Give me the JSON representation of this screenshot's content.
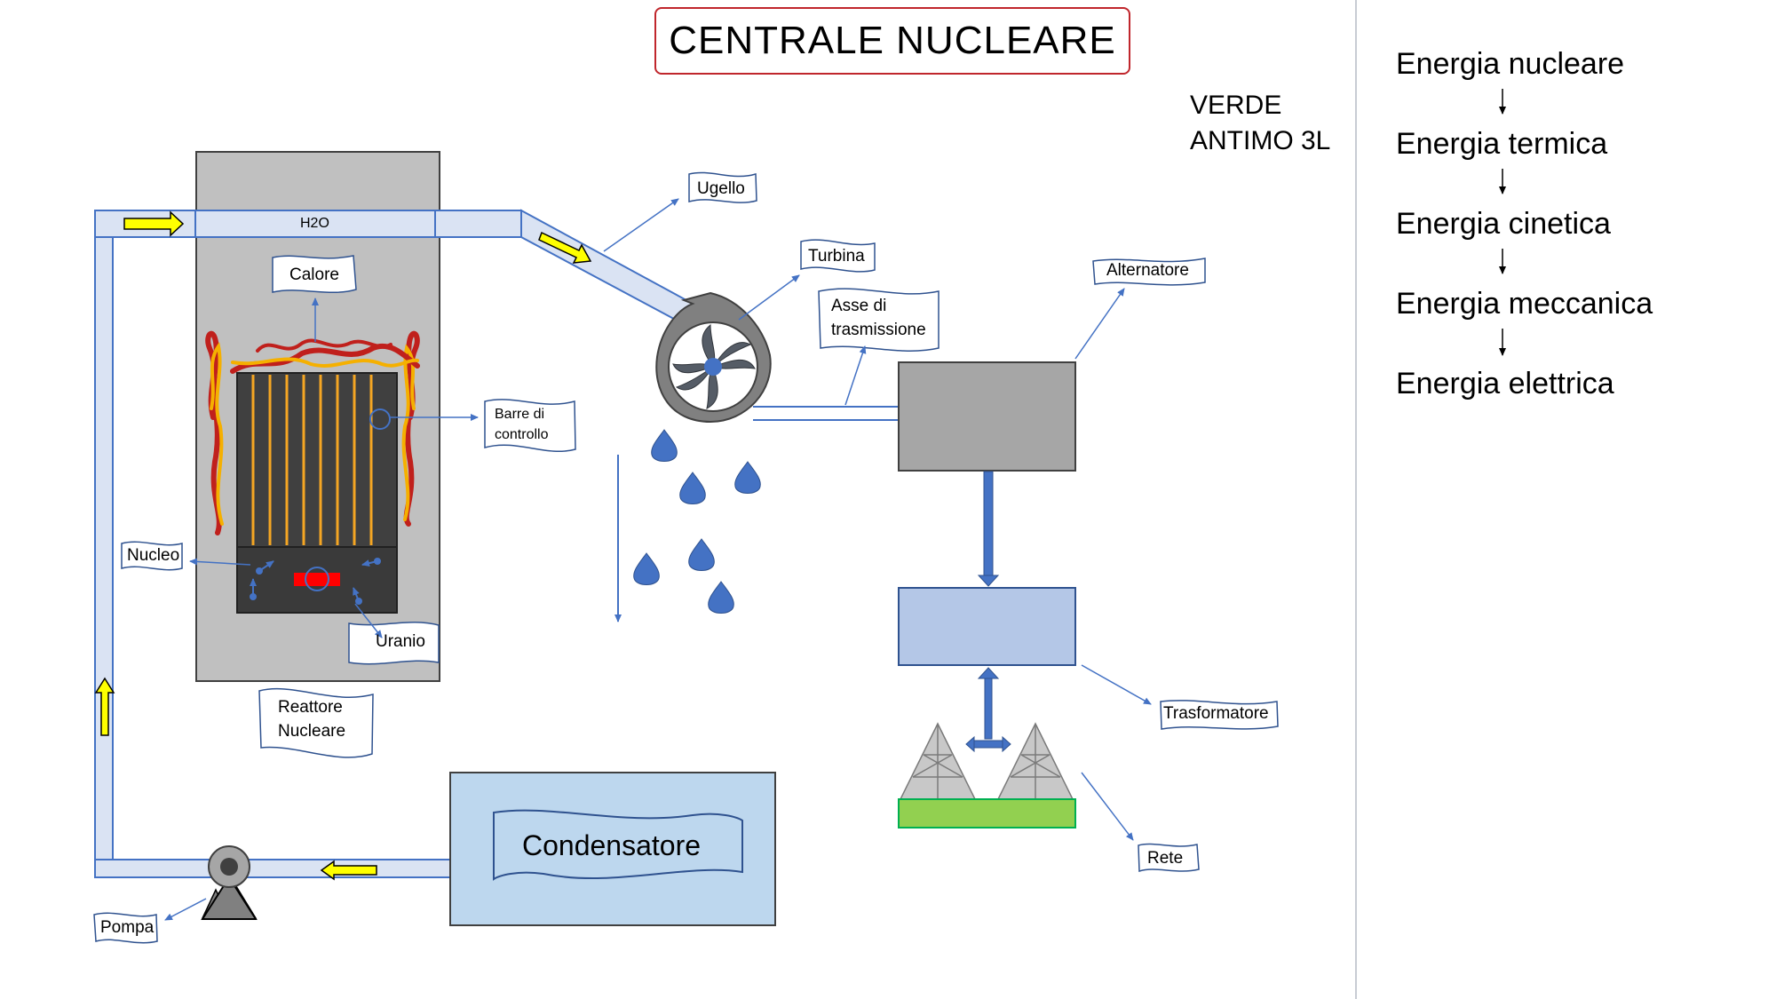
{
  "title": "CENTRALE NUCLEARE",
  "author": {
    "line1": "VERDE",
    "line2": "ANTIMO 3L"
  },
  "energy_chain": [
    "Energia nucleare",
    "Energia termica",
    "Energia cinetica",
    "Energia meccanica",
    "Energia elettrica"
  ],
  "labels": {
    "h2o": "H2O",
    "calore": "Calore",
    "barre_line1": "Barre  di",
    "barre_line2": "controllo",
    "nucleo": "Nucleo",
    "uranio": "Uranio",
    "reattore_line1": "Reattore",
    "reattore_line2": "Nucleare",
    "ugello": "Ugello",
    "turbina": "Turbina",
    "asse_line1": "Asse di",
    "asse_line2": "trasmissione",
    "alternatore": "Alternatore",
    "trasformatore": "Trasformatore",
    "rete": "Rete",
    "condensatore": "Condensatore",
    "pompa": "Pompa"
  },
  "colors": {
    "pipe_fill": "#dae3f3",
    "pipe_stroke": "#4472c4",
    "reactor_bg": "#c0c0c0",
    "core_dark": "#3a3a3a",
    "rod": "#f5a623",
    "flame_red": "#c0201c",
    "flame_yellow": "#f5b000",
    "arrow_yellow": "#ffff00",
    "droplet": "#4472c4",
    "alternator": "#a6a6a6",
    "transformer": "#b4c7e7",
    "condenser": "#bdd7ee",
    "grid_green": "#92d050",
    "title_border": "#c0262c"
  }
}
